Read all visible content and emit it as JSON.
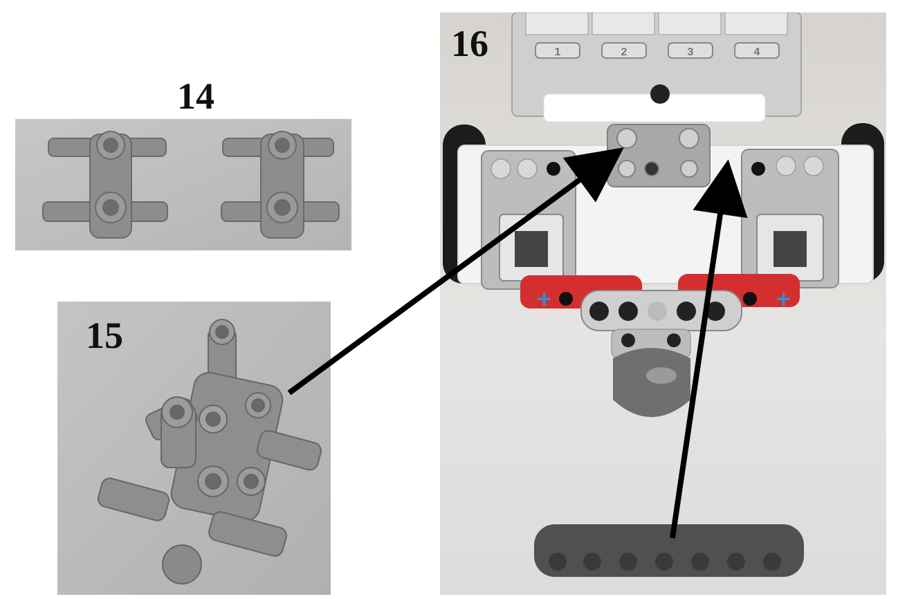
{
  "steps": {
    "step14": {
      "label": "14"
    },
    "step15": {
      "label": "15"
    },
    "step16": {
      "label": "16"
    }
  },
  "hub": {
    "port_labels": [
      "1",
      "2",
      "3",
      "4"
    ]
  },
  "colors": {
    "photo_gray_bg": "#bdbdbd",
    "part_gray": "#8c8c8c",
    "robot_white": "#f2f2f2",
    "robot_red": "#d32f2f",
    "accent_blue": "#2f8fe0",
    "arrow": "#000000",
    "beam_dark": "#4a4a4a"
  }
}
